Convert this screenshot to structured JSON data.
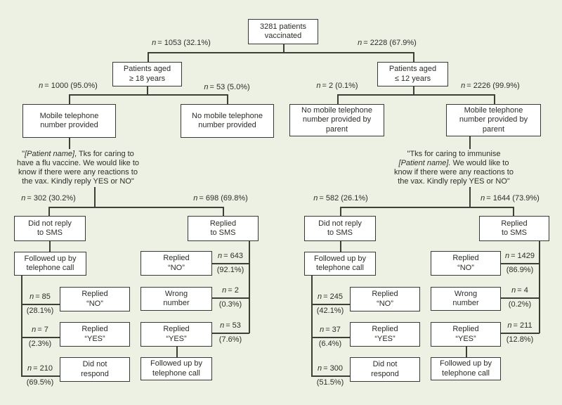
{
  "meta": {
    "n_symbol": "n"
  },
  "colors": {
    "background": "#edf1e4",
    "box_fill": "#ffffff",
    "line": "#3c4037",
    "text": "#2b2e27"
  },
  "nodes": {
    "root": "3281 patients\nvaccinated",
    "adult_age": "Patients aged\n≥ 18 years",
    "child_age": "Patients aged\n≤ 12 years",
    "adult_mobile": "Mobile telephone\nnumber provided",
    "adult_no_mobile": "No mobile telephone\nnumber provided",
    "child_no_mobile": "No mobile telephone\nnumber provided by\nparent",
    "child_mobile": "Mobile telephone\nnumber provided by\nparent",
    "did_not_reply": "Did not reply\nto SMS",
    "replied_sms": "Replied\nto SMS",
    "followed_up": "Followed up by\ntelephone call",
    "replied_no": "Replied\n“NO”",
    "replied_yes": "Replied\n“YES”",
    "wrong_number": "Wrong\nnumber",
    "did_not_respond": "Did not\nrespond"
  },
  "edge_labels": {
    "split_18": "= 1053 (32.1%)",
    "split_12": "= 2228 (67.9%)",
    "adult_mobile": "= 1000 (95.0%)",
    "adult_no_mobile": "= 53 (5.0%)",
    "child_no_mobile": "= 2 (0.1%)",
    "child_mobile": "= 2226 (99.9%)",
    "adult_no_reply": "= 302 (30.2%)",
    "adult_replied": "= 698 (69.8%)",
    "child_no_reply": "= 582 (26.1%)",
    "child_replied": "= 1644 (73.9%)"
  },
  "adult": {
    "phone": [
      {
        "n": "= 85",
        "pct": "(28.1%)"
      },
      {
        "n": "= 7",
        "pct": "(2.3%)"
      },
      {
        "n": "= 210",
        "pct": "(69.5%)"
      }
    ],
    "sms": [
      {
        "n": "= 643",
        "pct": "(92.1%)"
      },
      {
        "n": "= 2",
        "pct": "(0.3%)"
      },
      {
        "n": "= 53",
        "pct": "(7.6%)"
      }
    ]
  },
  "child": {
    "phone": [
      {
        "n": "= 245",
        "pct": "(42.1%)"
      },
      {
        "n": "= 37",
        "pct": "(6.4%)"
      },
      {
        "n": "= 300",
        "pct": "(51.5%)"
      }
    ],
    "sms": [
      {
        "n": "= 1429",
        "pct": "(86.9%)"
      },
      {
        "n": "= 4",
        "pct": "(0.2%)"
      },
      {
        "n": "= 211",
        "pct": "(12.8%)"
      }
    ]
  },
  "messages": {
    "adult": {
      "quote_open": "\"",
      "patient_name": "[Patient name]",
      "line1_rest": ", Tks for caring to",
      "line2": "have a flu vaccine. We would like to",
      "line3": "know if there were any reactions to",
      "line4": "the vax. Kindly reply YES or NO\""
    },
    "child": {
      "line1": "\"Tks for caring to immunise",
      "patient_name": "[Patient name].",
      "line2_rest": " We would like to",
      "line3": "know if there were any reactions to",
      "line4": "the vax. Kindly reply YES or NO\""
    }
  }
}
